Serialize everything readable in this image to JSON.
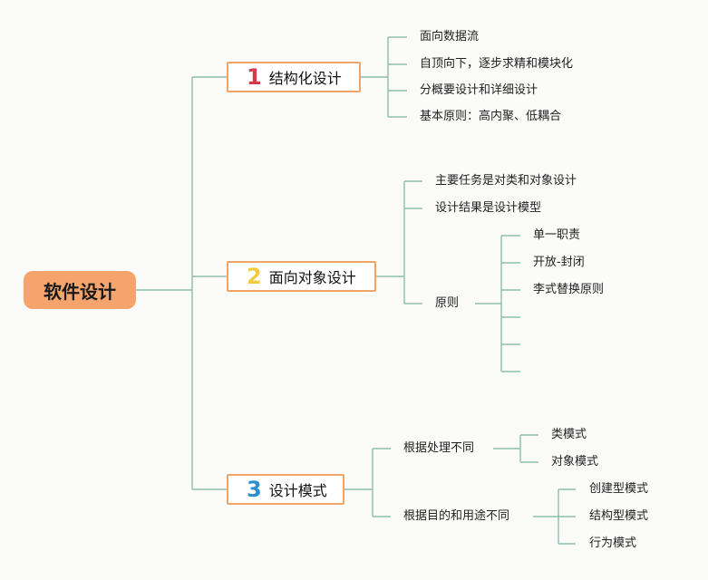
{
  "root": {
    "label": "软件设计"
  },
  "branches": [
    {
      "number": "1",
      "number_color": "#d63847",
      "label": "结构化设计",
      "items": [
        "面向数据流",
        "自顶向下，逐步求精和模块化",
        "分概要设计和详细设计",
        "基本原则：高内聚、低耦合"
      ]
    },
    {
      "number": "2",
      "number_color": "#f2cc3e",
      "label": "面向对象设计",
      "items": [
        "主要任务是对类和对象设计",
        "设计结果是设计模型",
        "原则"
      ],
      "principles": [
        "单一职责",
        "开放-封闭",
        "李式替换原则",
        "",
        "",
        ""
      ]
    },
    {
      "number": "3",
      "number_color": "#2d8fd0",
      "label": "设计模式",
      "groups": [
        {
          "label": "根据处理不同",
          "items": [
            "类模式",
            "对象模式"
          ]
        },
        {
          "label": "根据目的和用途不同",
          "items": [
            "创建型模式",
            "结构型模式",
            "行为模式"
          ]
        }
      ]
    }
  ],
  "colors": {
    "line": "#8ebfa9",
    "root_fill": "#f4a46c",
    "branch_border": "#f0a466"
  }
}
